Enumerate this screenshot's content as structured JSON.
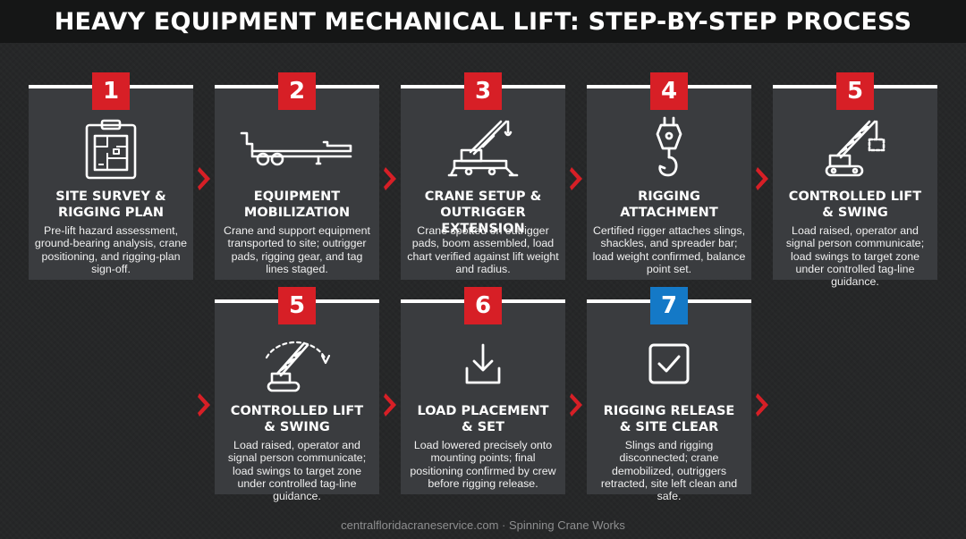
{
  "title": "HEAVY EQUIPMENT MECHANICAL LIFT: STEP-BY-STEP PROCESS",
  "colors": {
    "accent": "#d71f26",
    "final": "#1479c7",
    "card": "#3a3c3f",
    "background": "#262728"
  },
  "steps": [
    {
      "number": "1",
      "icon": "clipboard-site-plan-icon",
      "title": "SITE SURVEY &\nRIGGING PLAN",
      "description": "Pre-lift hazard assessment, ground-bearing analysis, crane positioning, and rigging-plan sign-off."
    },
    {
      "number": "2",
      "icon": "lowboy-trailer-icon",
      "title": "EQUIPMENT\nMOBILIZATION",
      "description": "Crane and support equipment transported to site; outrigger pads, rigging gear, and tag lines staged."
    },
    {
      "number": "3",
      "icon": "crane-outriggers-icon",
      "title": "CRANE SETUP &\nOUTRIGGER EXTENSION",
      "description": "Crane spotted on outrigger pads, boom assembled, load chart verified against lift weight and radius."
    },
    {
      "number": "4",
      "icon": "crane-hook-icon",
      "title": "RIGGING\nATTACHMENT",
      "description": "Certified rigger attaches slings, shackles, and spreader bar; load weight confirmed, balance point set."
    },
    {
      "number": "5",
      "icon": "crawler-crane-load-icon",
      "title": "CONTROLLED LIFT\n& SWING",
      "description": "Load raised, operator and signal person communicate; load swings to target zone under controlled tag-line guidance."
    },
    {
      "number": "5",
      "icon": "crane-swing-arc-icon",
      "title": "CONTROLLED LIFT\n& SWING",
      "description": "Load raised, operator and signal person communicate; load swings to target zone under controlled tag-line guidance."
    },
    {
      "number": "6",
      "icon": "download-arrow-icon",
      "title": "LOAD PLACEMENT\n& SET",
      "description": "Load lowered precisely onto mounting points; final positioning confirmed by crew before rigging release."
    },
    {
      "number": "7",
      "icon": "checkbox-icon",
      "title": "RIGGING RELEASE\n& SITE CLEAR",
      "description": "Slings and rigging disconnected; crane demobilized, outriggers retracted, site left clean and safe."
    }
  ],
  "footer": "centralfloridacraneservice.com · Spinning Crane Works"
}
